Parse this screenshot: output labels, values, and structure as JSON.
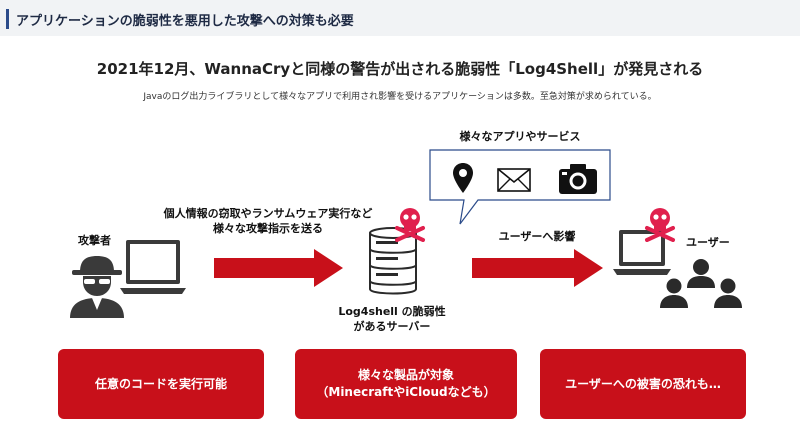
{
  "header": {
    "title": "アプリケーションの脆弱性を悪用した攻撃への対策も必要"
  },
  "headline": {
    "title": "2021年12月、WannaCryと同様の警告が出される脆弱性「Log4Shell」が発見される",
    "subtitle": "Javaのログ出力ライブラリとして様々なアプリで利用され影響を受けるアプリケーションは多数。至急対策が求められている。"
  },
  "diagram": {
    "attacker_label": "攻撃者",
    "attack_text_line1": "個人情報の窃取やランサムウェア実行など",
    "attack_text_line2": "様々な攻撃指示を送る",
    "server_label_line1": "Log4shell の脆弱性",
    "server_label_line2": "があるサーバー",
    "apps_label": "様々なアプリやサービス",
    "user_impact_label": "ユーザーへ影響",
    "user_label": "ユーザー",
    "icons": [
      "location-pin-icon",
      "mail-icon",
      "camera-icon"
    ],
    "colors": {
      "red": "#c8101a",
      "dark": "#3a3a3a",
      "accent": "#2b4b8a",
      "skull_red": "#e0204d"
    }
  },
  "consequences": [
    {
      "line1": "任意のコードを実行可能",
      "line2": ""
    },
    {
      "line1": "様々な製品が対象",
      "line2": "（MinecraftやiCloudなども）"
    },
    {
      "line1": "ユーザーへの被害の恐れも…",
      "line2": ""
    }
  ]
}
